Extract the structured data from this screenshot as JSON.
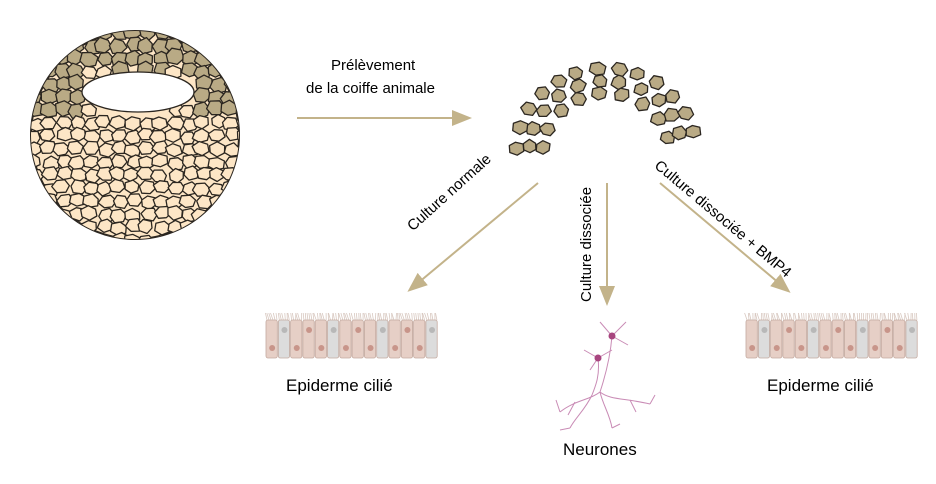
{
  "labels": {
    "step1_line1": "Prélèvement",
    "step1_line2": "de la coiffe animale",
    "culture_normal": "Culture normale",
    "culture_dissociated": "Culture dissociée",
    "culture_dissociated_bmp4": "Culture dissociée + BMP4",
    "result_left": "Epiderme cilié",
    "result_middle": "Neurones",
    "result_right": "Epiderme cilié"
  },
  "colors": {
    "arrow": "#c3b38a",
    "animal_cells": "#b9aa85",
    "vegetal_cells": "#fde6c6",
    "outline": "#2b2620",
    "epiderm_cell": "#e6cfc6",
    "ciliated_cell": "#dcdcdc",
    "neuron": "#c98bb5"
  }
}
